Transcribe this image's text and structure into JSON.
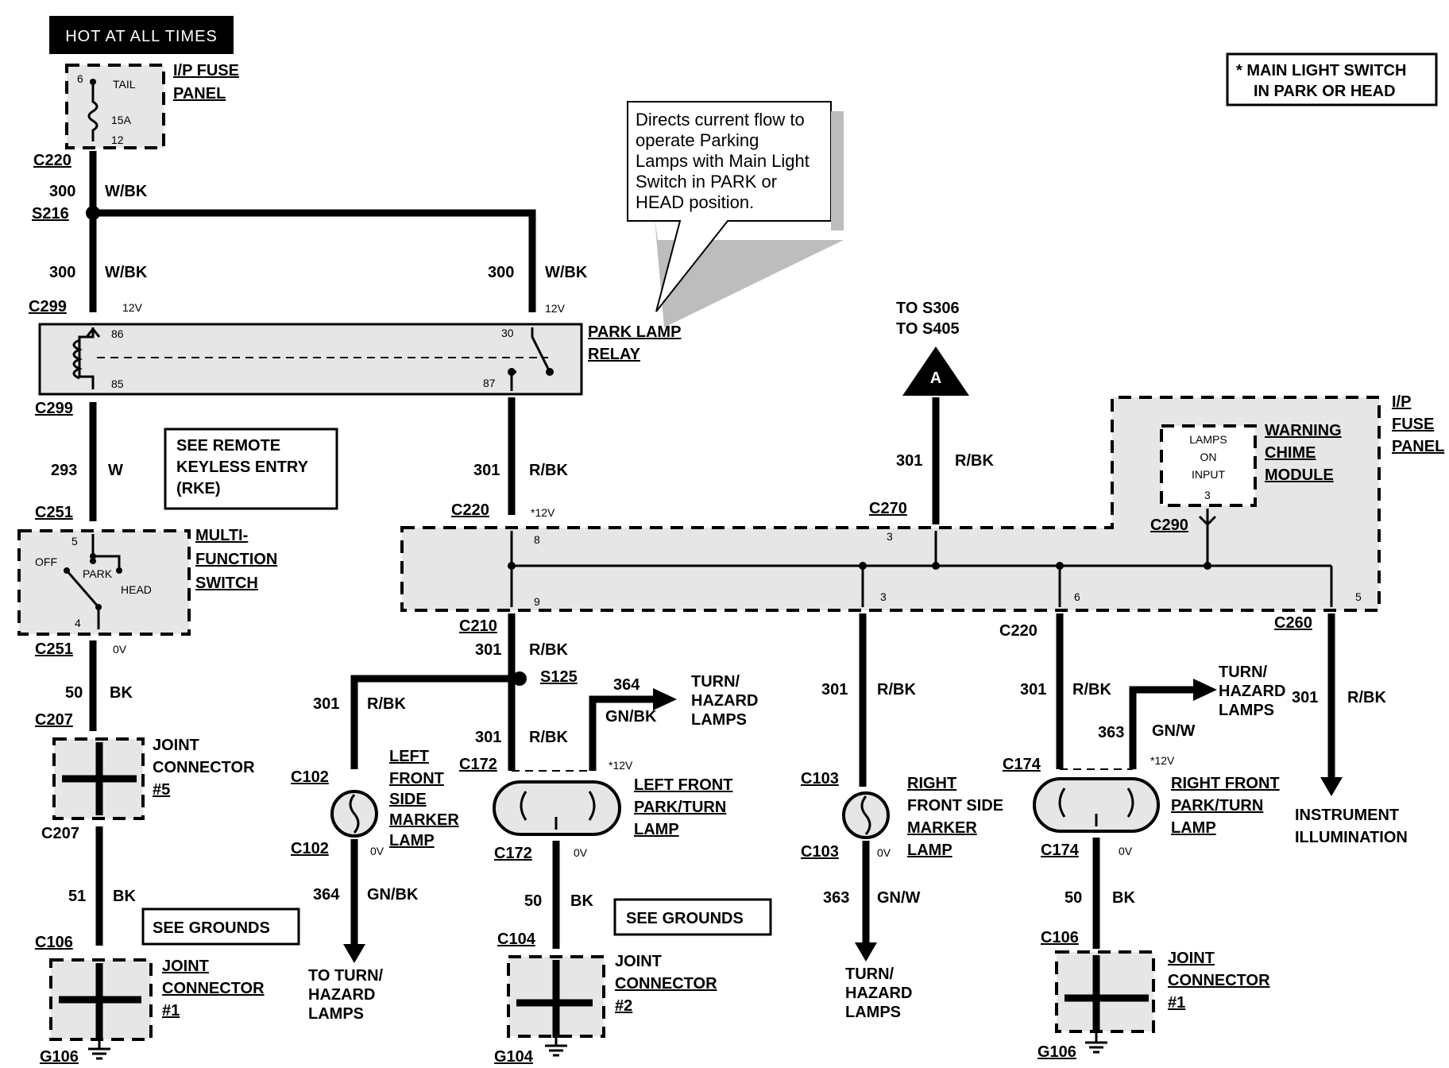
{
  "header": {
    "title": "HOT AT ALL TIMES"
  },
  "legend": {
    "line1": "* MAIN LIGHT SWITCH",
    "line2": "IN PARK OR HEAD"
  },
  "fuse_panel_top": {
    "line1": "I/P FUSE",
    "line2": "PANEL",
    "fuse_name": "TAIL",
    "fuse_rating": "15A",
    "pin_in": "6",
    "pin_out": "12"
  },
  "fuse_panel_main": {
    "line1": "I/P",
    "line2": "FUSE",
    "line3": "PANEL"
  },
  "callout": {
    "lines": [
      "Directs current flow to",
      "operate Parking",
      "Lamps with Main Light",
      "Switch in PARK or",
      "HEAD position."
    ]
  },
  "relay": {
    "line1": "PARK LAMP",
    "line2": "RELAY",
    "pin86": "86",
    "pin85": "85",
    "pin30": "30",
    "pin87": "87"
  },
  "switch": {
    "line1": "MULTI-",
    "line2": "FUNCTION",
    "line3": "SWITCH",
    "off": "OFF",
    "park": "PARK",
    "head": "HEAD",
    "pin5": "5",
    "pin4": "4"
  },
  "chime": {
    "line1": "WARNING",
    "line2": "CHIME",
    "line3": "MODULE",
    "input1": "LAMPS",
    "input2": "ON",
    "input3": "INPUT",
    "pin": "3"
  },
  "rke": {
    "line1": "SEE REMOTE",
    "line2": "KEYLESS ENTRY",
    "line3": "(RKE)"
  },
  "grounds_note": "SEE GROUNDS",
  "joints": {
    "jc5": [
      "JOINT",
      "CONNECTOR",
      "#5"
    ],
    "jc1": [
      "JOINT",
      "CONNECTOR",
      "#1"
    ],
    "jc2": [
      "JOINT",
      "CONNECTOR",
      "#2"
    ]
  },
  "lamps": {
    "lf_marker": [
      "LEFT",
      "FRONT",
      "SIDE",
      "MARKER",
      "LAMP"
    ],
    "lf_park": [
      "LEFT FRONT",
      "PARK/TURN",
      "LAMP"
    ],
    "rf_marker": [
      "RIGHT",
      "FRONT SIDE",
      "MARKER",
      "LAMP"
    ],
    "rf_park": [
      "RIGHT FRONT",
      "PARK/TURN",
      "LAMP"
    ]
  },
  "destinations": {
    "to_s306": "TO S306",
    "to_s405": "TO S405",
    "arrow_a": "A",
    "turn_hazard": [
      "TURN/",
      "HAZARD",
      "LAMPS"
    ],
    "to_turn_hazard": [
      "TO TURN/",
      "HAZARD",
      "LAMPS"
    ],
    "instrument": [
      "INSTRUMENT",
      "ILLUMINATION"
    ]
  },
  "connectors": {
    "c220": "C220",
    "c299": "C299",
    "c251": "C251",
    "c207": "C207",
    "c106": "C106",
    "g106": "G106",
    "s216": "S216",
    "c210": "C210",
    "s125": "S125",
    "c102": "C102",
    "c172": "C172",
    "c104": "C104",
    "g104": "G104",
    "c270": "C270",
    "c290": "C290",
    "c103": "C103",
    "c174": "C174",
    "c260": "C260"
  },
  "circuits": {
    "w300": "300",
    "wbk": "W/BK",
    "w293": "293",
    "w": "W",
    "w50": "50",
    "bk": "BK",
    "w51": "51",
    "w301": "301",
    "rbk": "R/BK",
    "w364": "364",
    "gnbk": "GN/BK",
    "w363": "363",
    "gnw": "GN/W"
  },
  "voltages": {
    "v12": "12V",
    "v12s": "*12V",
    "v0": "0V"
  },
  "pins": {
    "p8": "8",
    "p9": "9",
    "p3": "3",
    "p6": "6",
    "p5": "5"
  }
}
